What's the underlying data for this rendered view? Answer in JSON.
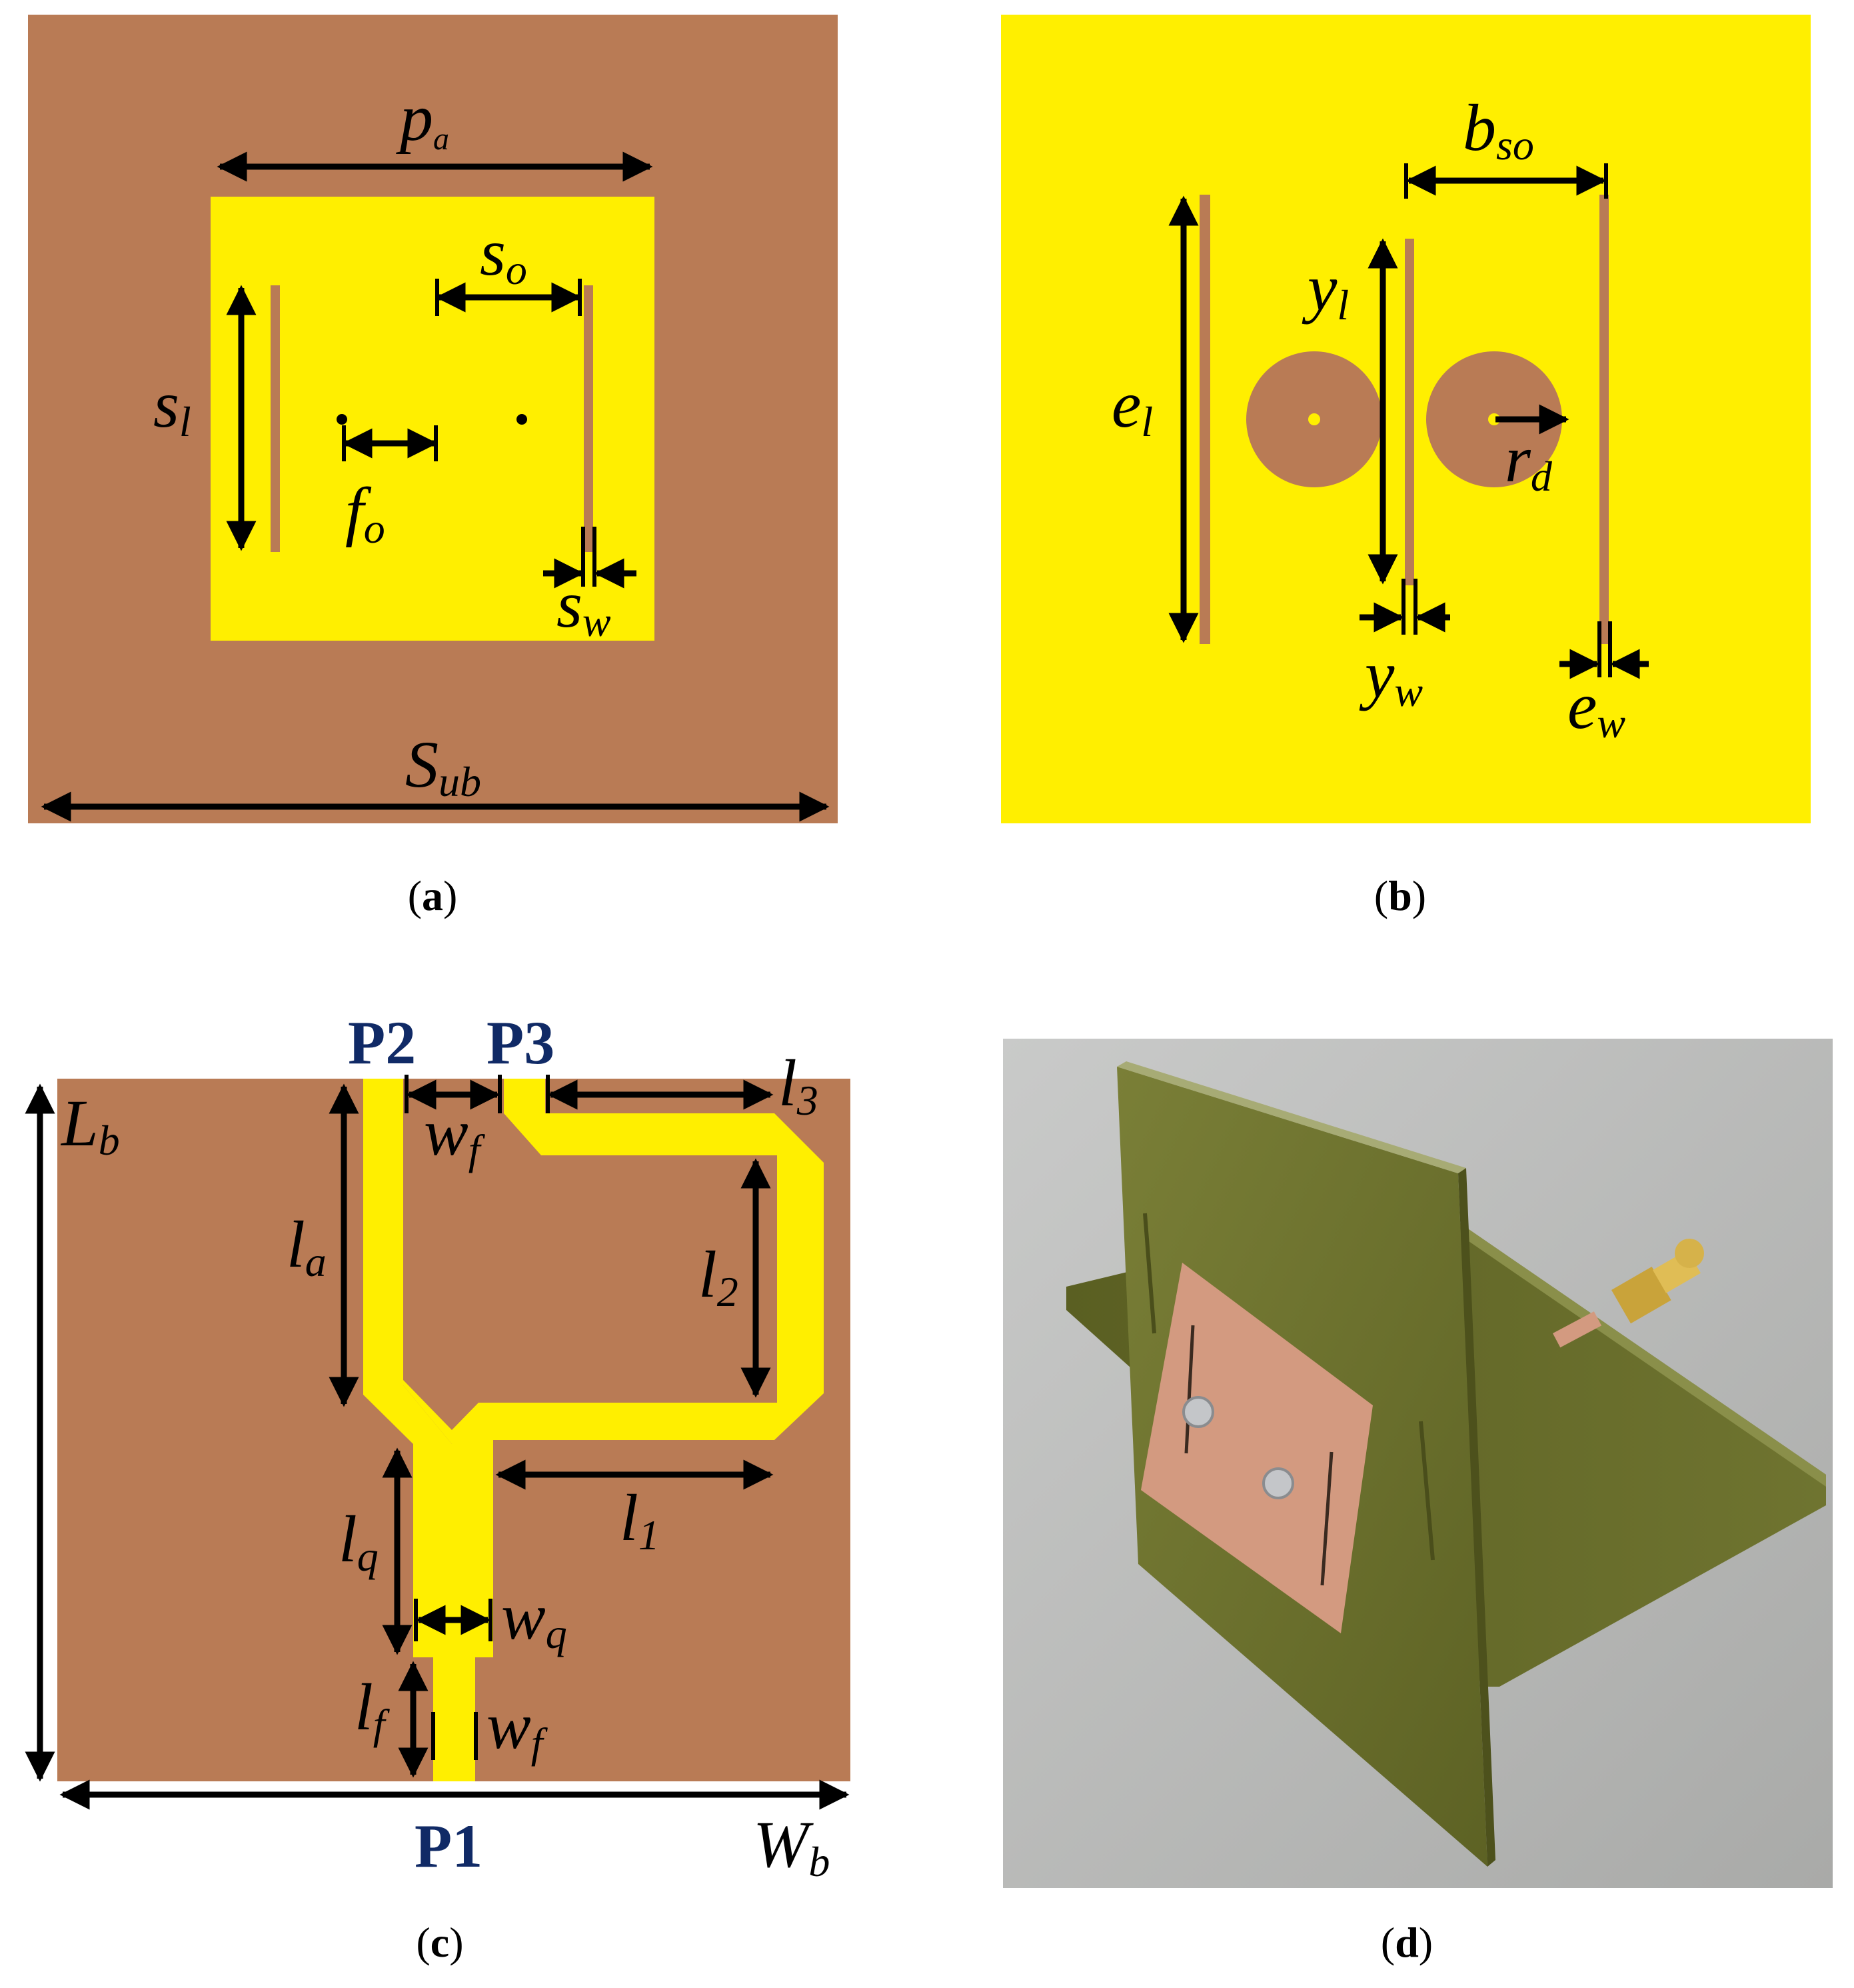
{
  "colors": {
    "substrate": "#b97b55",
    "copper_yellow": "#ffef00",
    "port_label": "#102a66",
    "photo_background": "#bfc0bf",
    "fr4_board": "#6a6f2a",
    "copper_patch": "#d39a80"
  },
  "panels": {
    "a": {
      "caption_open": "(",
      "caption_letter": "a",
      "caption_close": ")",
      "labels": {
        "pa": {
          "main": "p",
          "sub": "a"
        },
        "so": {
          "main": "s",
          "sub": "o"
        },
        "sl": {
          "main": "s",
          "sub": "l"
        },
        "fo": {
          "main": "f",
          "sub": "o"
        },
        "sw": {
          "main": "s",
          "sub": "w"
        },
        "sub": {
          "main": "S",
          "sub": "ub"
        }
      }
    },
    "b": {
      "caption_open": "(",
      "caption_letter": "b",
      "caption_close": ")",
      "labels": {
        "bso": {
          "main": "b",
          "sub": "so"
        },
        "yl": {
          "main": "y",
          "sub": "l"
        },
        "el": {
          "main": "e",
          "sub": "l"
        },
        "rd": {
          "main": "r",
          "sub": "d"
        },
        "yw": {
          "main": "y",
          "sub": "w"
        },
        "ew": {
          "main": "e",
          "sub": "w"
        }
      }
    },
    "c": {
      "caption_open": "(",
      "caption_letter": "c",
      "caption_close": ")",
      "ports": {
        "p1": "P1",
        "p2": "P2",
        "p3": "P3"
      },
      "labels": {
        "lb": {
          "main": "L",
          "sub": "b"
        },
        "wf_top": {
          "main": "w",
          "sub": "f"
        },
        "l3": {
          "main": "l",
          "sub": "3"
        },
        "la": {
          "main": "l",
          "sub": "a"
        },
        "l2": {
          "main": "l",
          "sub": "2"
        },
        "l1": {
          "main": "l",
          "sub": "1"
        },
        "lq": {
          "main": "l",
          "sub": "q"
        },
        "wq": {
          "main": "w",
          "sub": "q"
        },
        "lf": {
          "main": "l",
          "sub": "f"
        },
        "wf_bot": {
          "main": "w",
          "sub": "f"
        },
        "wb": {
          "main": "W",
          "sub": "b"
        }
      }
    },
    "d": {
      "caption_open": "(",
      "caption_letter": "d",
      "caption_close": ")"
    }
  }
}
